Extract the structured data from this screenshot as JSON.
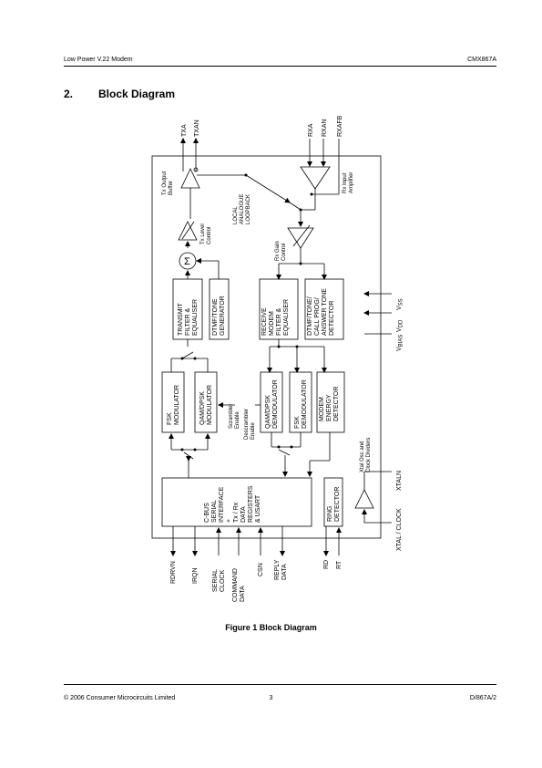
{
  "header": {
    "left": "Low Power V.22 Modem",
    "right": "CMX867A"
  },
  "section": {
    "number": "2.",
    "title": "Block Diagram"
  },
  "diagram": {
    "pins_top": {
      "txa": "TXA",
      "txan": "TXAN",
      "rxa": "RXA",
      "rxan": "RXAN",
      "rxafb": "RXAFB"
    },
    "pins_bottom": {
      "rdrvn": "RDRVN",
      "irqn": "IRQN",
      "serial_clock": [
        "SERIAL",
        "CLOCK"
      ],
      "command_data": [
        "COMMAND",
        "DATA"
      ],
      "csn": "CSN",
      "reply_data": [
        "REPLY",
        "DATA"
      ],
      "rd": "RD",
      "rt": "RT"
    },
    "pins_right": {
      "vss": "V",
      "vss_sub": "SS",
      "vdd": "V",
      "vdd_sub": "DD",
      "vbias": "V",
      "vbias_sub": "BIAS",
      "xtaln": "XTALN",
      "xtal_clock": "XTAL / CLOCK"
    },
    "blocks": {
      "transmit_filter": [
        "TRANSMIT",
        "FILTER &",
        "EQUALISER"
      ],
      "dtmf_tone_gen": [
        "DTMF/TONE",
        "GENERATOR"
      ],
      "receive_filter": [
        "RECEIVE",
        "MODEM",
        "FILTER &",
        "EQUALISER"
      ],
      "dtmf_detector": [
        "DTMF/TONE/",
        "CALL PROG/",
        "ANSWER TONE",
        "DETECTOR"
      ],
      "fsk_modulator": [
        "FSK",
        "MODULATOR"
      ],
      "qam_modulator": [
        "QAM/DPSK",
        "MODULATOR"
      ],
      "qam_demodulator": [
        "QAM/DPSK",
        "DEMODULATOR"
      ],
      "fsk_demodulator": [
        "FSK",
        "DEMODULATOR"
      ],
      "energy_detector": [
        "MODEM",
        "ENERGY",
        "DETECTOR"
      ],
      "cbus": [
        "C-BUS",
        "SERIAL",
        "INTERFACE",
        "+",
        "Tx / Rx",
        "DATA",
        "REGISTERS",
        "& USART"
      ],
      "ring_detector": [
        "RING",
        "DETECTOR"
      ]
    },
    "labels": {
      "tx_output_buffer": [
        "Tx Output",
        "Buffer"
      ],
      "tx_level_control": [
        "Tx Level",
        "Control"
      ],
      "local_loopback": [
        "LOCAL",
        "ANALOGUE",
        "LOOPBACK"
      ],
      "rx_input_amp": [
        "Rx Input",
        "Amplifier"
      ],
      "rx_gain_control": [
        "Rx Gain",
        "Control"
      ],
      "scrambler_enable": [
        "Scrambler",
        "Enable"
      ],
      "descrambler_enable": [
        "Descrambler",
        "Enable"
      ],
      "xtal_osc": [
        "Xtal Osc and",
        "Clock Dividers"
      ],
      "sum_symbol": "Σ"
    }
  },
  "caption": "Figure 1  Block Diagram",
  "footer": {
    "left": "© 2006 Consumer Microcircuits Limited",
    "center": "3",
    "right": "D/867A/2"
  }
}
